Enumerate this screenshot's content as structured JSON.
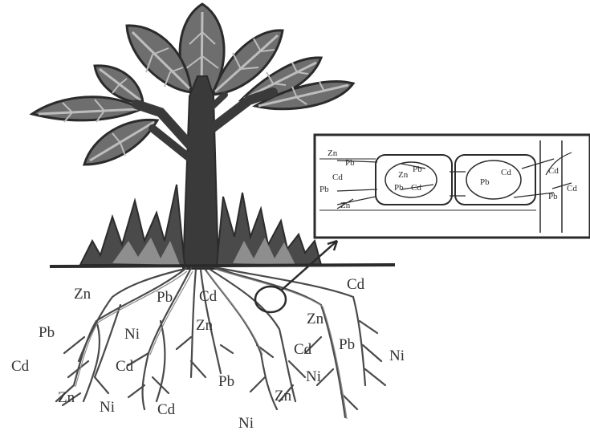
{
  "colors": {
    "ink": "#2b2b2b",
    "trunk": "#3a3a3a",
    "leaf": "#6e6e6e",
    "leaf_light": "#bdbdbd",
    "grass": "#4a4a4a"
  },
  "root_labels": [
    "Zn",
    "Pb",
    "Cd",
    "Cd",
    "Pb",
    "Ni",
    "Zn",
    "Cd",
    "Cd",
    "Zn",
    "Cd",
    "Pb",
    "Ni",
    "Pb",
    "Ni",
    "Zn",
    "Ni",
    "Cd",
    "Ni",
    "Zn"
  ],
  "cell_labels": [
    "Zn",
    "Pb",
    "Cd",
    "Pb",
    "Zn",
    "Pb",
    "Pb",
    "Cd",
    "Zn",
    "Pb",
    "Cd",
    "Cd",
    "Cd",
    "Pb"
  ]
}
